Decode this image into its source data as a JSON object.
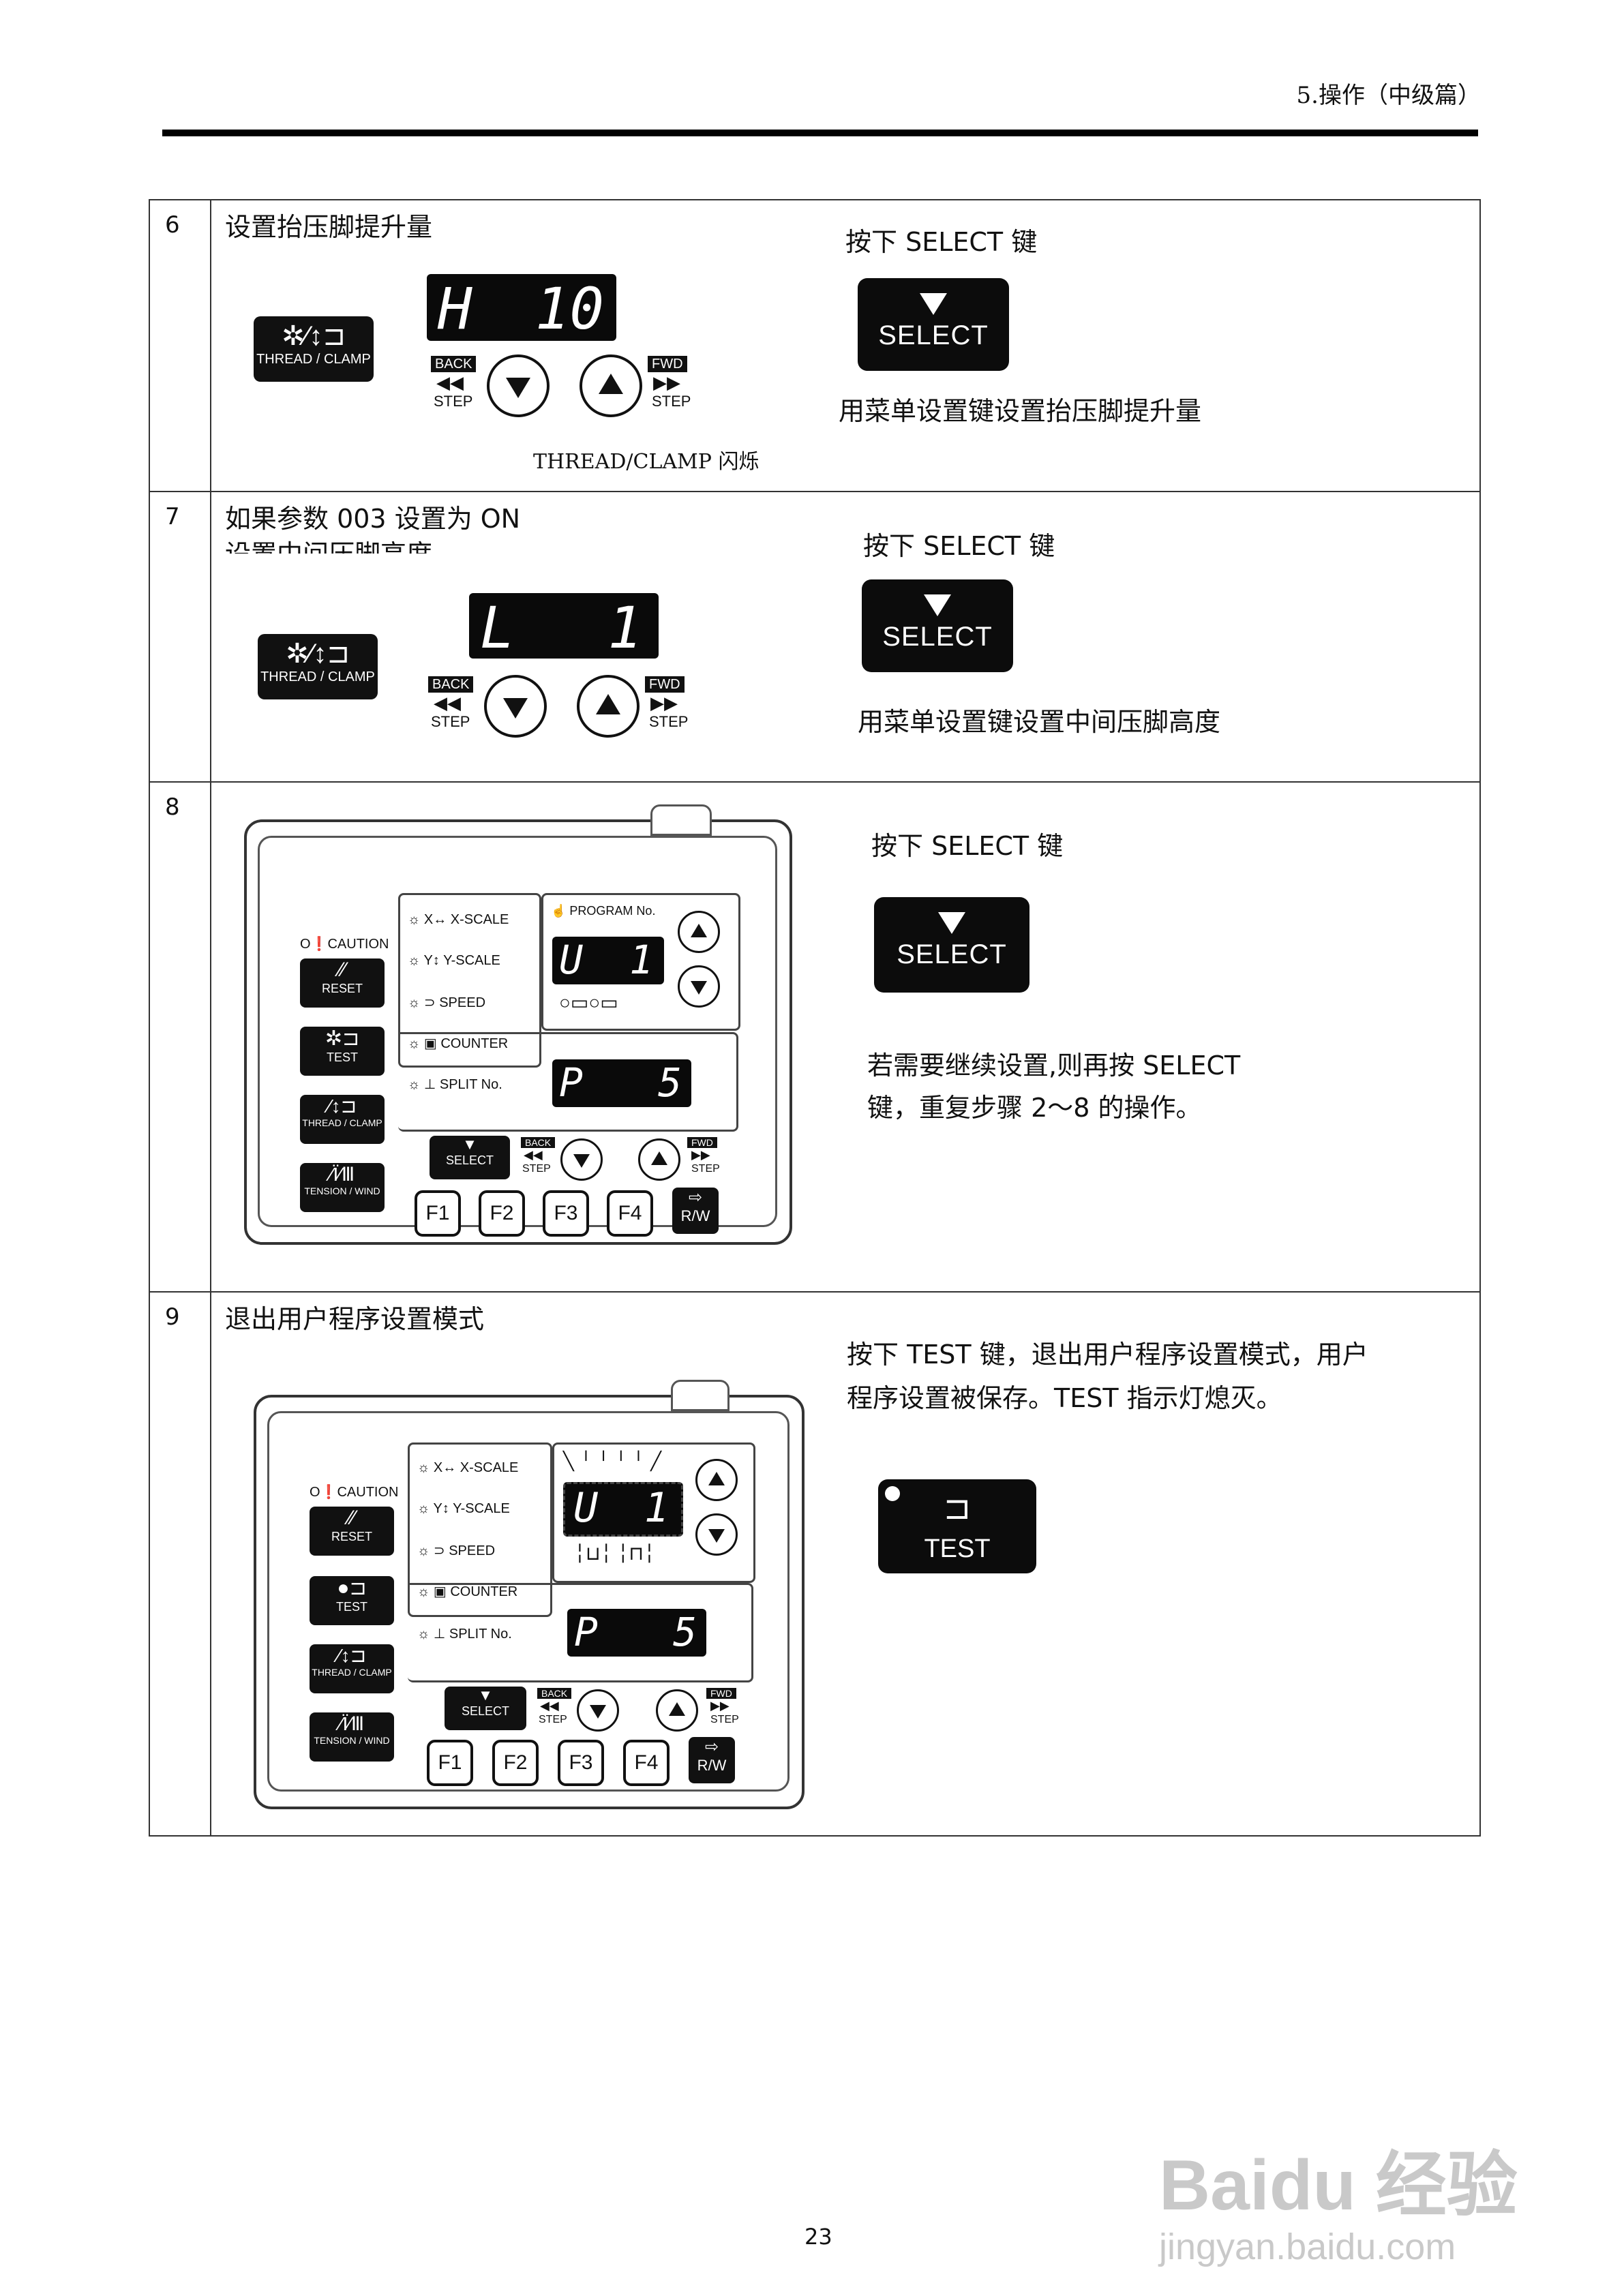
{
  "header": {
    "section": "5.操作（中级篇）"
  },
  "steps": [
    {
      "num": "6",
      "title": "设置抬压脚提升量",
      "note": "THREAD/CLAMP 闪烁",
      "lcd": {
        "left": "H",
        "right": "10"
      },
      "key_label": "THREAD / CLAMP",
      "instruction": "按下 SELECT 键",
      "button": "SELECT",
      "result": "用菜单设置键设置抬压脚提升量"
    },
    {
      "num": "7",
      "title": "如果参数 003 设置为 ON",
      "subtitle": "设置中间压脚高度",
      "lcd": {
        "left": "L",
        "right": "1"
      },
      "key_label": "THREAD / CLAMP",
      "instruction": "按下 SELECT 键",
      "button": "SELECT",
      "result": "用菜单设置键设置中间压脚高度"
    },
    {
      "num": "8",
      "instruction": "按下 SELECT 键",
      "button": "SELECT",
      "result_line1": "若需要继续设置,则再按 SELECT",
      "result_line2": "键，重复步骤 2～8 的操作。"
    },
    {
      "num": "9",
      "title": "退出用户程序设置模式",
      "instruction_line1": "按下 TEST 键，退出用户程序设置模式，用户",
      "instruction_line2": "程序设置被保存。TEST 指示灯熄灭。",
      "button": "TEST"
    }
  ],
  "stepper": {
    "back": "BACK",
    "fwd": "FWD",
    "step": "STEP"
  },
  "panel": {
    "caution": "CAUTION",
    "reset": "RESET",
    "test": "TEST",
    "thread_clamp": "THREAD / CLAMP",
    "tension_wind": "TENSION / WIND",
    "x_scale": "X-SCALE",
    "y_scale": "Y-SCALE",
    "speed": "SPEED",
    "counter": "COUNTER",
    "split_no": "SPLIT No.",
    "program_no": "PROGRAM No.",
    "select": "SELECT",
    "lcd_top": {
      "left": "U",
      "right": "1"
    },
    "lcd_bottom": {
      "left": "P",
      "right": "5"
    },
    "fkeys": [
      "F1",
      "F2",
      "F3",
      "F4"
    ],
    "rw": "R/W"
  },
  "page_number": "23",
  "watermark": {
    "line1": "Baidu 经验",
    "line2": "jingyan.baidu.com"
  }
}
